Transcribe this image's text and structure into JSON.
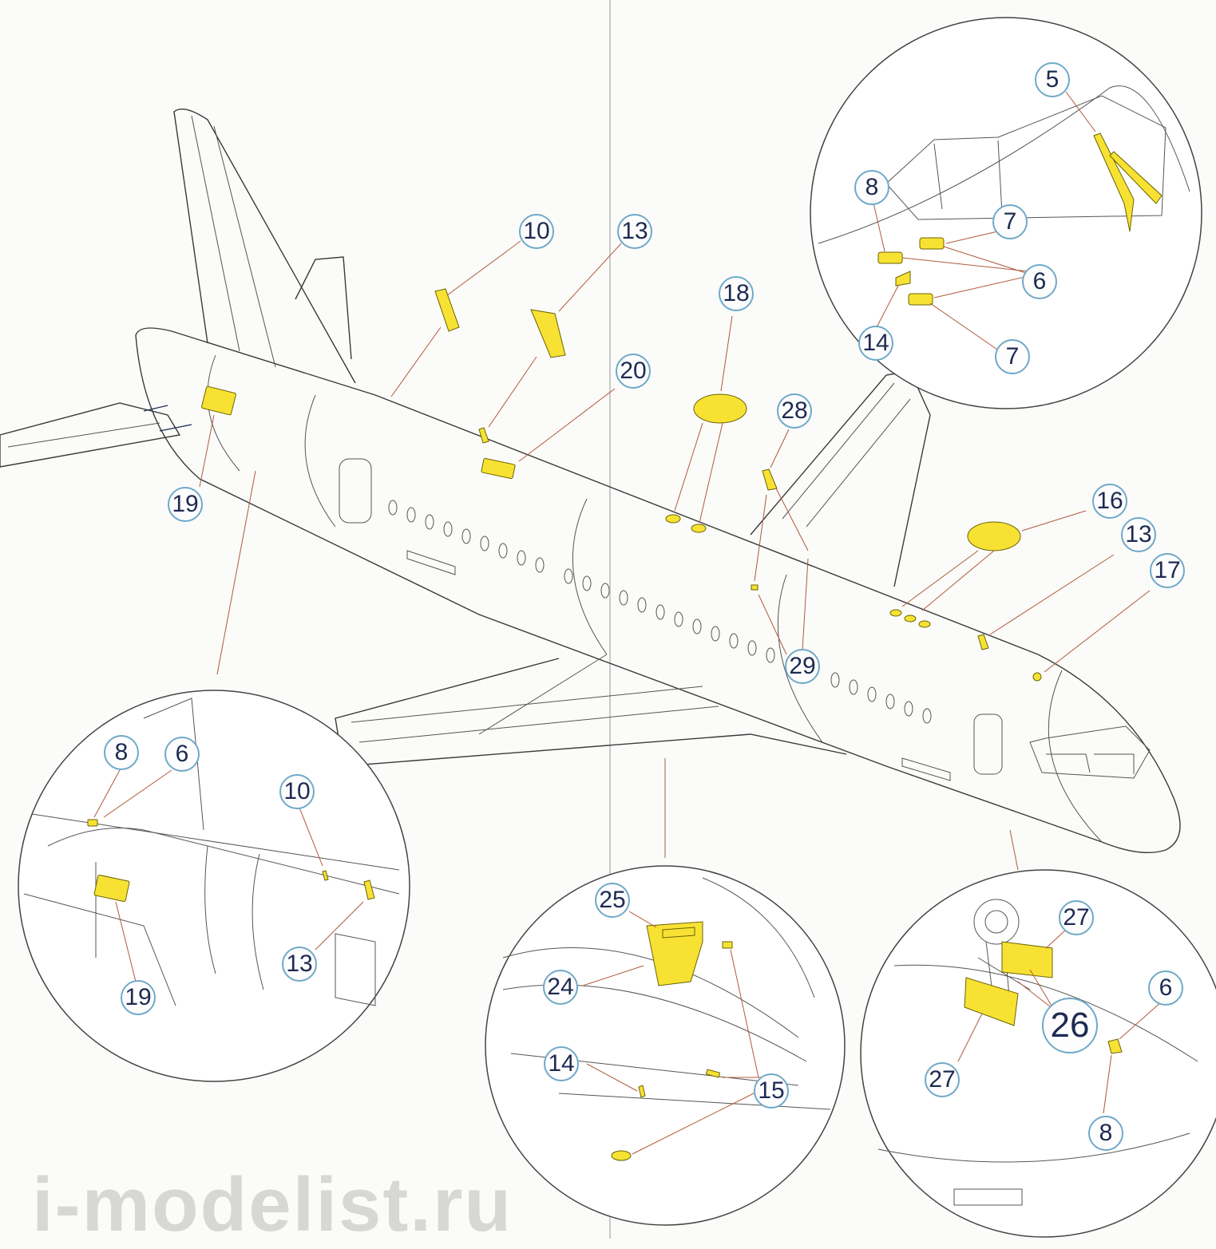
{
  "callouts": {
    "c10_top": "10",
    "c13_top": "13",
    "c20": "20",
    "c18": "18",
    "c28": "28",
    "c19_main": "19",
    "c16": "16",
    "c13_right": "13",
    "c17": "17",
    "c29": "29",
    "c5": "5",
    "c8_cockpit": "8",
    "c7_a": "7",
    "c6_cockpit": "6",
    "c14_cockpit": "14",
    "c7_b": "7",
    "c8_tail": "8",
    "c6_tail": "6",
    "c10_tail": "10",
    "c13_tail": "13",
    "c19_tail": "19",
    "c25": "25",
    "c24": "24",
    "c14_belly": "14",
    "c15": "15",
    "c27_a": "27",
    "c6_nose": "6",
    "c26": "26",
    "c27_b": "27",
    "c8_nose": "8"
  },
  "watermark": "i-modelist.ru",
  "colors": {
    "etch_part": "#f7e234",
    "callout_ring": "#6fa9c9",
    "callout_text": "#1d2a52",
    "leader_line": "#b05a3c"
  }
}
